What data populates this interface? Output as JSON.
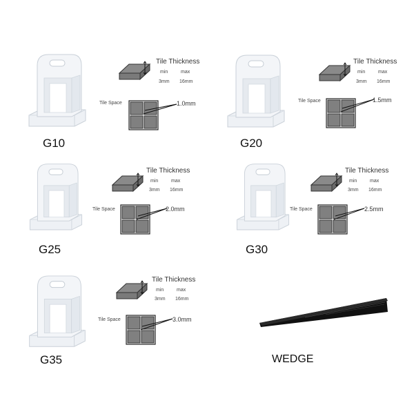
{
  "colors": {
    "tile": "#808080",
    "tile_stroke": "#333333",
    "clip": "#eef2f6",
    "wedge": "#1a1a1a"
  },
  "products": [
    {
      "code": "G10",
      "thickness_title": "Tile Thickness",
      "min_label": "min",
      "max_label": "max",
      "min_value": "3mm",
      "max_value": "16mm",
      "space_label": "Tile Space",
      "gap": "1.0mm"
    },
    {
      "code": "G20",
      "thickness_title": "Tile Thickness",
      "min_label": "min",
      "max_label": "max",
      "min_value": "3mm",
      "max_value": "16mm",
      "space_label": "Tile Space",
      "gap": "1.5mm"
    },
    {
      "code": "G25",
      "thickness_title": "Tile Thickness",
      "min_label": "min",
      "max_label": "max",
      "min_value": "3mm",
      "max_value": "16mm",
      "space_label": "Tile Space",
      "gap": "2.0mm"
    },
    {
      "code": "G30",
      "thickness_title": "Tile Thickness",
      "min_label": "min",
      "max_label": "max",
      "min_value": "3mm",
      "max_value": "16mm",
      "space_label": "Tile Space",
      "gap": "2.5mm"
    },
    {
      "code": "G35",
      "thickness_title": "Tile Thickness",
      "min_label": "min",
      "max_label": "max",
      "min_value": "3mm",
      "max_value": "16mm",
      "space_label": "Tile Space",
      "gap": "3.0mm"
    }
  ],
  "wedge": {
    "label": "WEDGE"
  }
}
